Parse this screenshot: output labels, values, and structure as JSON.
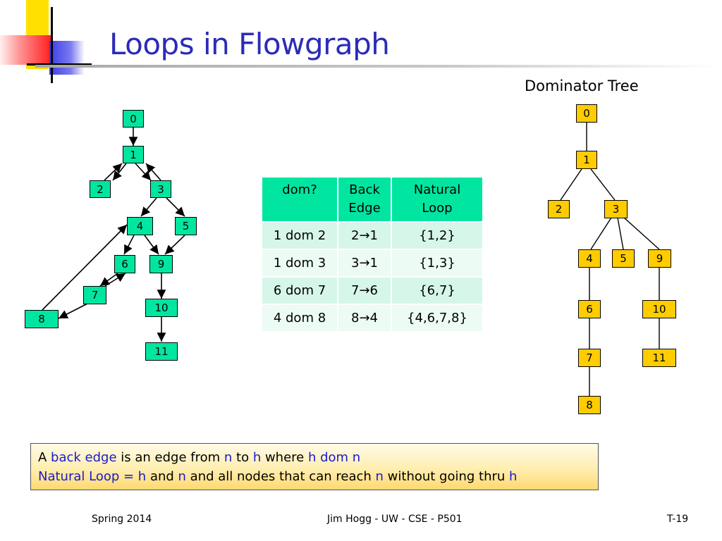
{
  "slide": {
    "title": "Loops in Flowgraph",
    "footer": {
      "left": "Spring 2014",
      "center": "Jim Hogg - UW - CSE - P501",
      "right": "T-19"
    }
  },
  "flowgraph": {
    "nodes": [
      "0",
      "1",
      "2",
      "3",
      "4",
      "5",
      "6",
      "7",
      "8",
      "9",
      "10",
      "11"
    ]
  },
  "dominator_tree": {
    "title": "Dominator Tree",
    "nodes": [
      "0",
      "1",
      "2",
      "3",
      "4",
      "5",
      "9",
      "6",
      "10",
      "7",
      "11",
      "8"
    ]
  },
  "table": {
    "headers": [
      "dom?",
      "Back Edge",
      "Natural Loop"
    ],
    "rows": [
      [
        "1 dom 2",
        "2→1",
        "{1,2}"
      ],
      [
        "1 dom 3",
        "3→1",
        "{1,3}"
      ],
      [
        "6 dom 7",
        "7→6",
        "{6,7}"
      ],
      [
        "4 dom 8",
        "8→4",
        "{4,6,7,8}"
      ]
    ]
  },
  "definitions": {
    "line1": [
      "A ",
      "back edge",
      " is an edge from ",
      "n",
      " to ",
      "h",
      " where ",
      "h dom n"
    ],
    "line2": [
      "Natural Loop = h",
      " and ",
      "n",
      " and all nodes that can reach ",
      "n",
      " without going thru ",
      "h"
    ]
  },
  "colors": {
    "title": "#2b2bb8",
    "flow_node": "#00e6a0",
    "dom_node": "#ffcc00",
    "table_header": "#00e6a0",
    "highlight_text": "#1a1acc"
  }
}
